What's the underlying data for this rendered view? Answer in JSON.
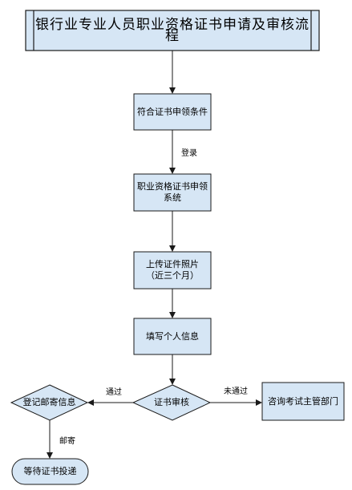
{
  "title": "银行业专业人员职业资格证书申请及审核流程",
  "steps": {
    "conditions": "符合证书申领条件",
    "system": "职业资格证书申领\n系统",
    "upload": "上传证件照片\n（近三个月）",
    "fill": "填写个人信息",
    "review": "证书审核",
    "register": "登记邮寄信息",
    "consult": "咨询考试主管部门",
    "wait": "等待证书投递"
  },
  "edges": {
    "login": "登录",
    "passed": "通过",
    "failed": "未通过",
    "mail": "邮寄"
  },
  "colors": {
    "fill": "#d6e6f5",
    "stroke": "#1a1a1a"
  }
}
